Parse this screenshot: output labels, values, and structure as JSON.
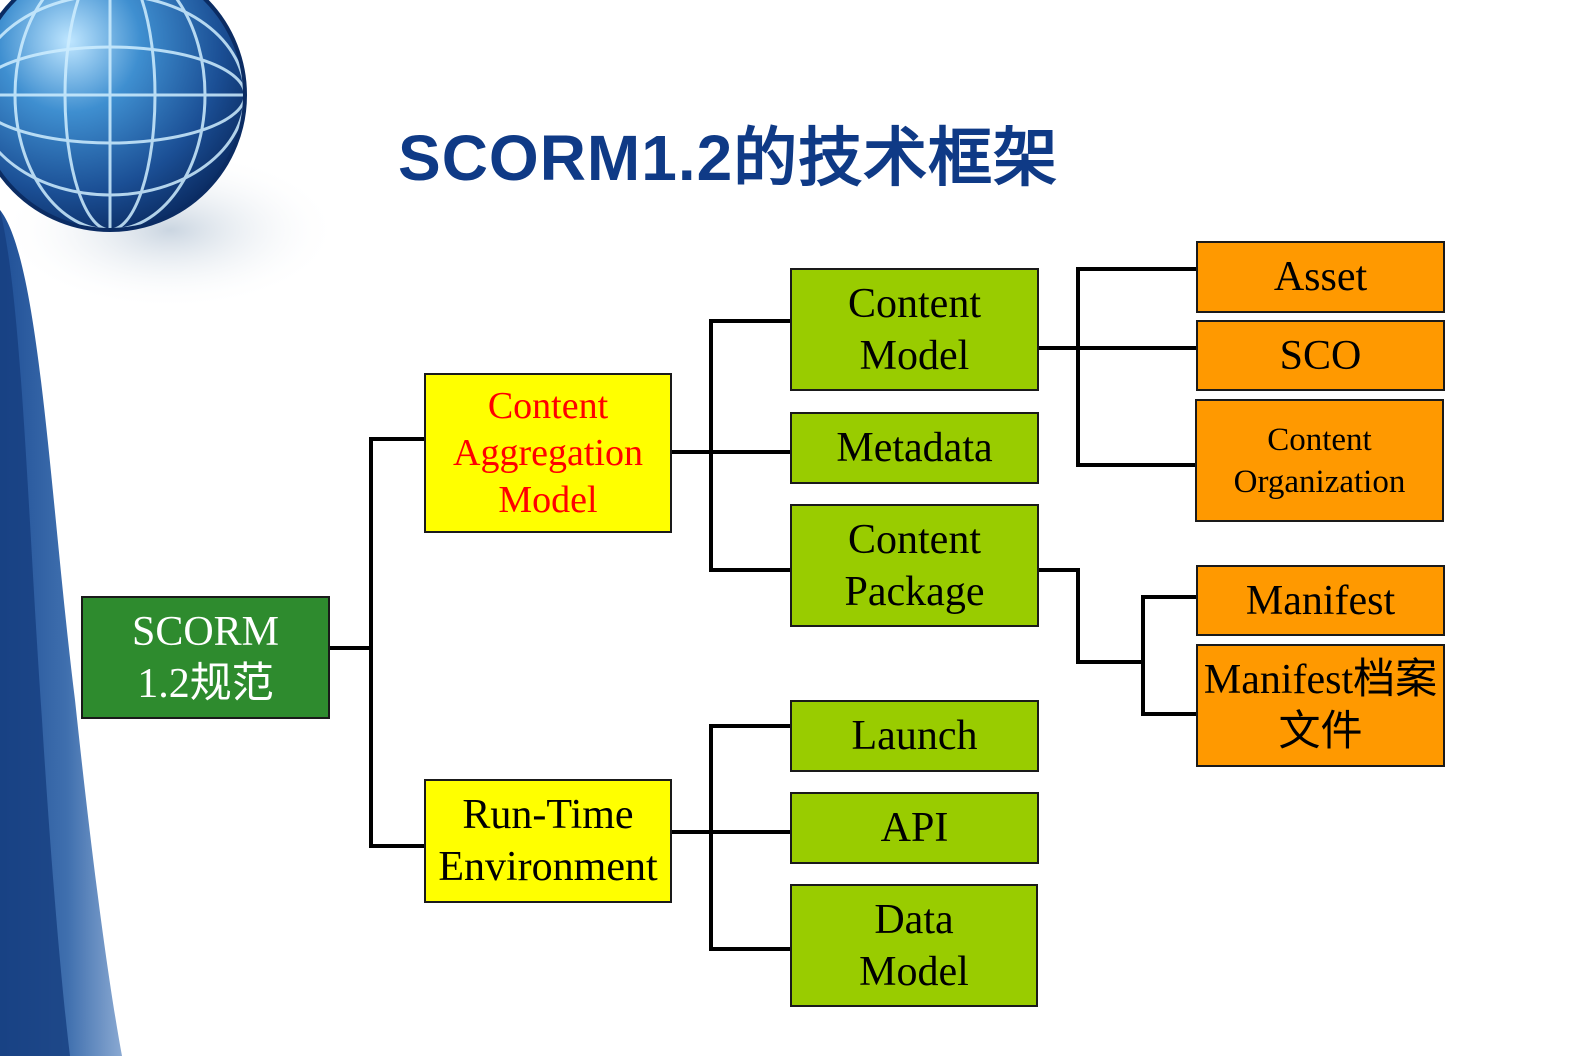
{
  "title": "SCORM1.2的技术框架",
  "colors": {
    "title": "#0f3a86",
    "root": "#2e8b2e",
    "level1": "#ffff00",
    "level2": "#99cc00",
    "level3": "#ff9900",
    "highlight_text": "#ff0000",
    "root_text": "#ffffff",
    "line": "#000000"
  },
  "nodes": {
    "root": {
      "label": "SCORM\n1.2规范"
    },
    "cam": {
      "label": "Content\nAggregation\nModel"
    },
    "rte": {
      "label": "Run-Time\nEnvironment"
    },
    "content_model": {
      "label": "Content\nModel"
    },
    "metadata": {
      "label": "Metadata"
    },
    "content_package": {
      "label": "Content\nPackage"
    },
    "launch": {
      "label": "Launch"
    },
    "api": {
      "label": "API"
    },
    "data_model": {
      "label": "Data\nModel"
    },
    "asset": {
      "label": "Asset"
    },
    "sco": {
      "label": "SCO"
    },
    "content_organization": {
      "label": "Content\nOrganization"
    },
    "manifest": {
      "label": "Manifest"
    },
    "manifest_file": {
      "label": "Manifest档案\n文件"
    }
  }
}
